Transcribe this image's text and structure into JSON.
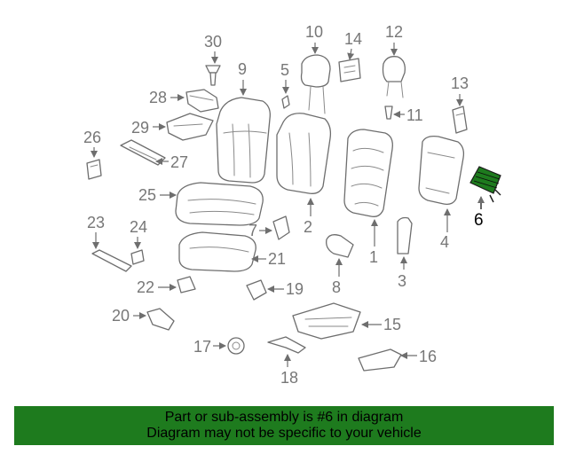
{
  "labels": {
    "p1": "1",
    "p2": "2",
    "p3": "3",
    "p4": "4",
    "p5": "5",
    "p6": "6",
    "p7": "7",
    "p8": "8",
    "p9": "9",
    "p10": "10",
    "p11": "11",
    "p12": "12",
    "p13": "13",
    "p14": "14",
    "p15": "15",
    "p16": "16",
    "p17": "17",
    "p18": "18",
    "p19": "19",
    "p20": "20",
    "p21": "21",
    "p22": "22",
    "p23": "23",
    "p24": "24",
    "p25": "25",
    "p26": "26",
    "p27": "27",
    "p28": "28",
    "p29": "29",
    "p30": "30"
  },
  "highlight_part": "6",
  "highlight_color": "#1e7b1e",
  "banner": {
    "line1": "Part or sub-assembly is #6 in diagram",
    "line2": "Diagram may not be specific to your vehicle"
  }
}
